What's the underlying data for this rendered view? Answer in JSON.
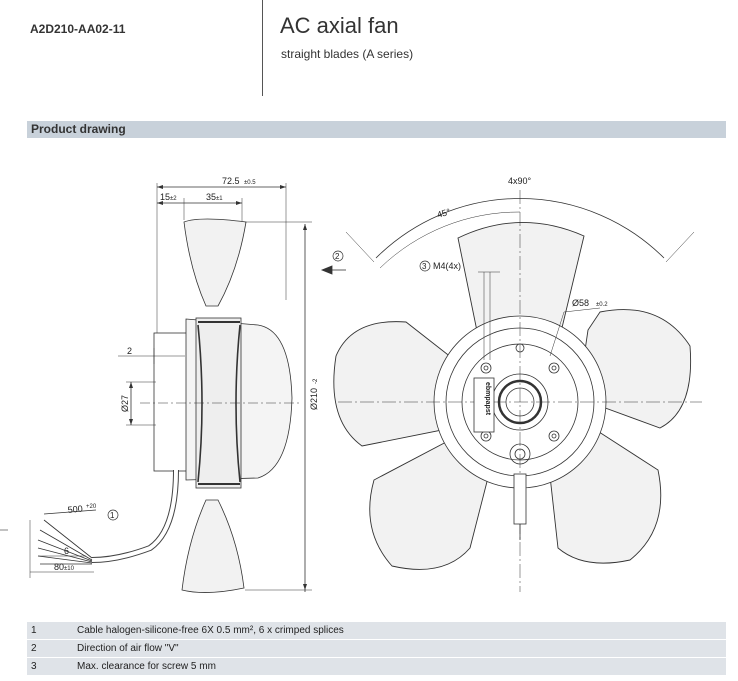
{
  "header": {
    "product_code": "A2D210-AA02-11",
    "title": "AC axial fan",
    "subtitle": "straight blades (A series)"
  },
  "section": {
    "title": "Product drawing"
  },
  "drawing": {
    "dims": {
      "d72_main": "72.5",
      "d72_tol": "±0.5",
      "d15_main": "15",
      "d15_tol": "±2",
      "d35_main": "35",
      "d35_tol": "±1",
      "d2": "2",
      "d27": "Ø27",
      "d210_main": "Ø210",
      "d210_tol": "-2",
      "d500_main": "500",
      "d500_tol": "+20",
      "d6": "6",
      "d80_main": "80",
      "d80_tol": "±10",
      "angle_4x90": "4x90°",
      "angle_45": "45°",
      "m4": "M4(4x)",
      "d58_main": "Ø58",
      "d58_tol": "±0.2",
      "label_brand": "ebmpapst"
    },
    "callouts": [
      "1",
      "2",
      "3"
    ]
  },
  "legend": [
    {
      "num": "1",
      "text": "Cable halogen-silicone-free 6X 0.5 mm², 6 x crimped splices"
    },
    {
      "num": "2",
      "text": "Direction of air flow \"V\""
    },
    {
      "num": "3",
      "text": "Max. clearance for screw 5 mm"
    }
  ]
}
